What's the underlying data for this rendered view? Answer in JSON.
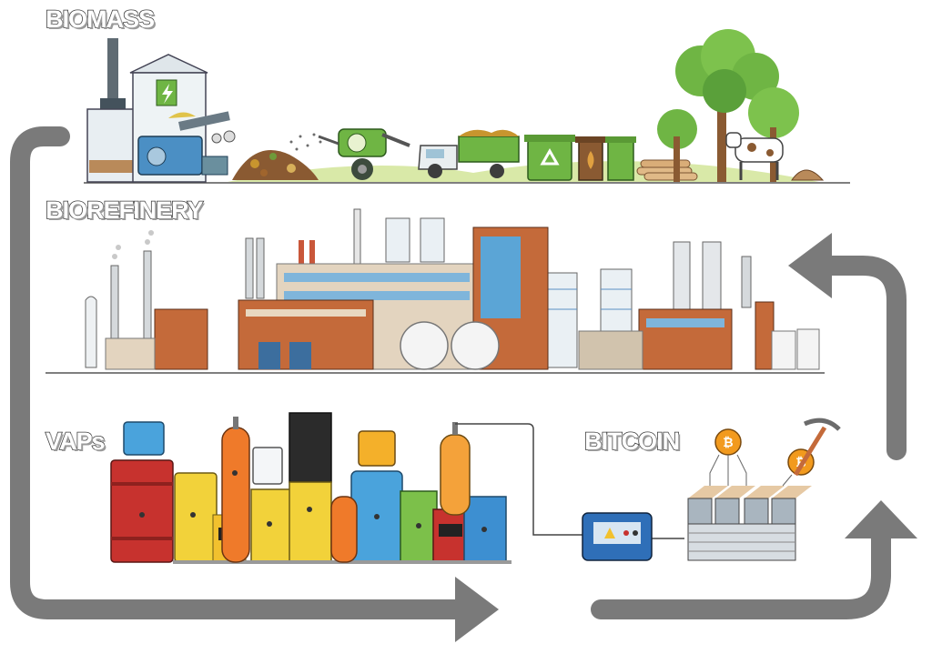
{
  "labels": {
    "biomass": "BIOMASS",
    "biorefinery": "BIOREFINERY",
    "vaps": "VAPs",
    "bitcoin": "BITCOIN"
  },
  "icons": {
    "biomass": [
      "power-plant-icon",
      "chipper-machine-icon",
      "compost-pile-icon",
      "mulcher-icon",
      "truck-icon",
      "recycle-bin-icon",
      "organic-bin-icon",
      "log-pile-icon",
      "tree-icon",
      "cow-icon"
    ],
    "biorefinery": [
      "refinery-plant-icon",
      "storage-tank-icon",
      "distillation-column-icon",
      "chimney-icon"
    ],
    "vaps": [
      "barrel-icon",
      "gas-cylinder-icon",
      "jerrycan-icon"
    ],
    "bitcoin": [
      "generator-icon",
      "mining-rig-icon",
      "bitcoin-icon",
      "pickaxe-icon"
    ]
  },
  "colors": {
    "arrow": "#7a7a7a",
    "label_fill": "#ffffff",
    "label_stroke": "#3d3d3d"
  }
}
